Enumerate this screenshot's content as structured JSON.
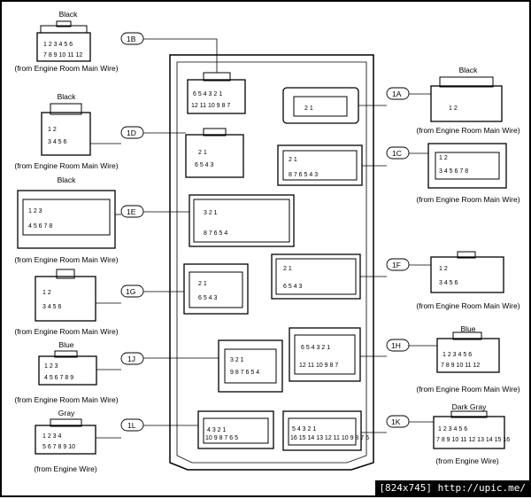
{
  "labels": {
    "from_main": "(from Engine Room Main Wire)",
    "from_engine": "(from Engine Wire)"
  },
  "colors": {
    "c1B": "Black",
    "c1D": "Black",
    "c1E": "Black",
    "c1A": "Black",
    "c1J": "Blue",
    "c1L": "Gray",
    "c1H": "Blue",
    "c1K": "Dark Gray"
  },
  "connectors": {
    "c1A": "1A",
    "c1B": "1B",
    "c1C": "1C",
    "c1D": "1D",
    "c1E": "1E",
    "c1F": "1F",
    "c1G": "1G",
    "c1H": "1H",
    "c1J": "1J",
    "c1K": "1K",
    "c1L": "1L"
  },
  "watermark": "[824x745] http://upic.me/"
}
